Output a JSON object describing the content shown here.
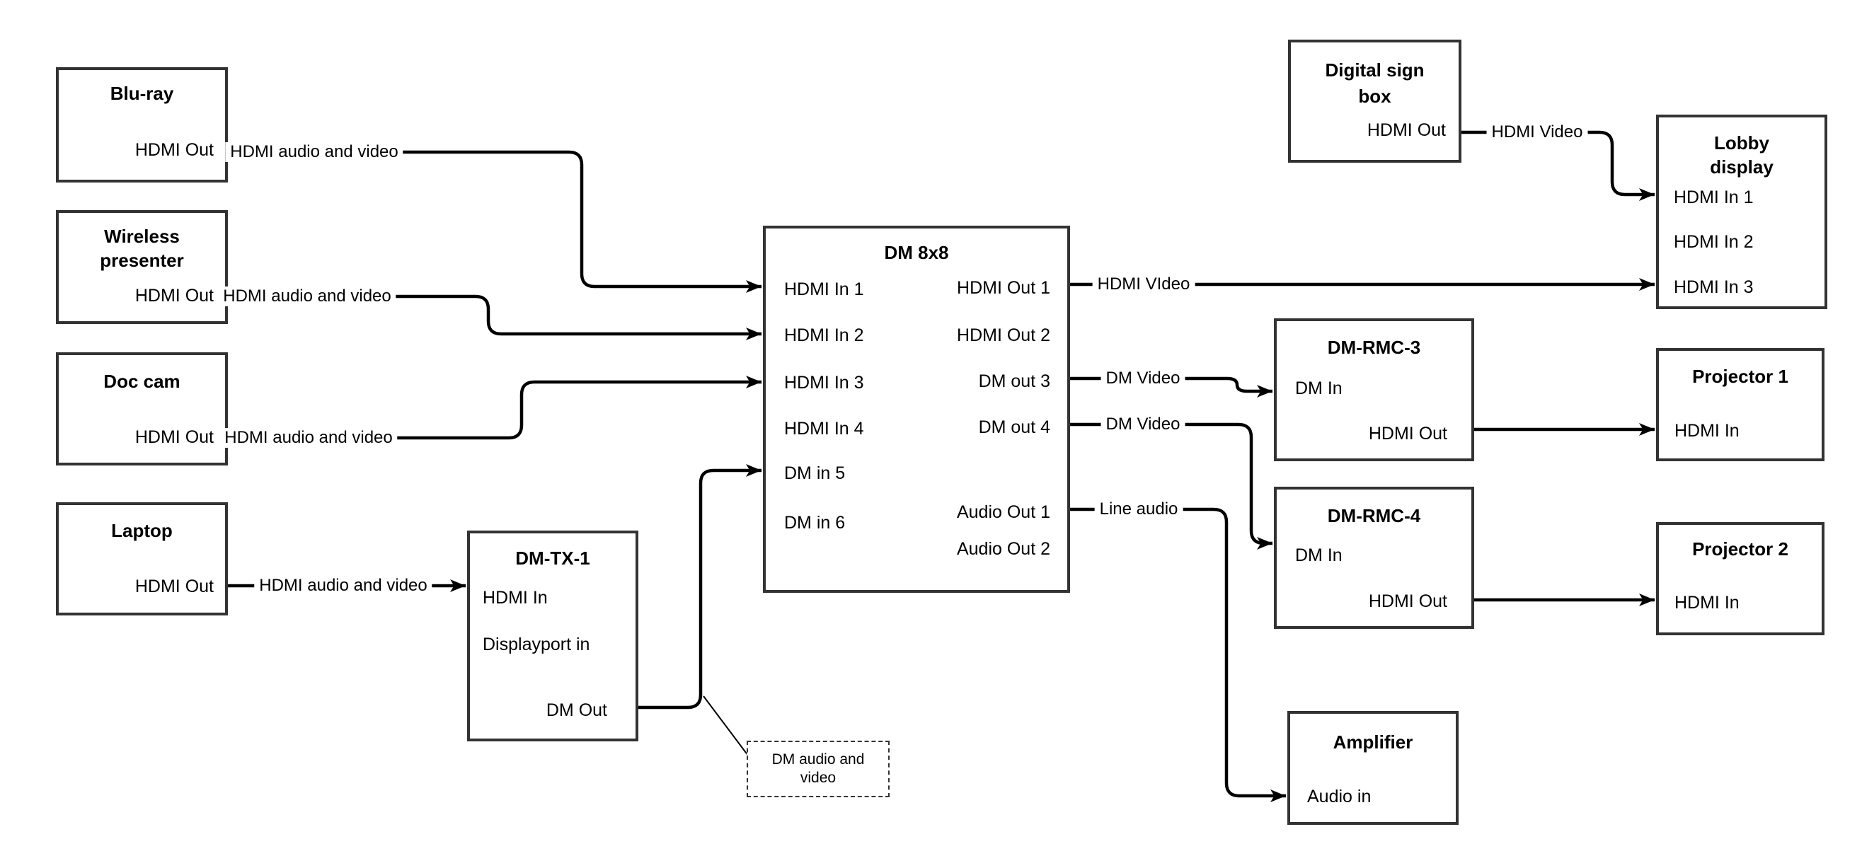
{
  "colors": {
    "background": "#ffffff",
    "box_border": "#333333",
    "wire": "#000000",
    "text": "#000000"
  },
  "nodes": {
    "bluray": {
      "title": "Blu-ray",
      "ports": [
        "HDMI Out"
      ]
    },
    "wireless": {
      "title": "Wireless presenter",
      "ports": [
        "HDMI Out"
      ]
    },
    "doccam": {
      "title": "Doc cam",
      "ports": [
        "HDMI Out"
      ]
    },
    "laptop": {
      "title": "Laptop",
      "ports": [
        "HDMI Out"
      ]
    },
    "dmtx1": {
      "title": "DM-TX-1",
      "ports": [
        "HDMI In",
        "Displayport in",
        "DM Out"
      ]
    },
    "dm8x8": {
      "title": "DM 8x8",
      "inputs": [
        "HDMI In 1",
        "HDMI In 2",
        "HDMI In 3",
        "HDMI In 4",
        "DM in 5",
        "DM in 6"
      ],
      "outputs": [
        "HDMI Out 1",
        "HDMI Out 2",
        "DM out 3",
        "DM out 4",
        "Audio Out 1",
        "Audio Out 2"
      ]
    },
    "digitalsign": {
      "title": "Digital sign box",
      "ports": [
        "HDMI Out"
      ]
    },
    "lobby": {
      "title": "Lobby display",
      "ports": [
        "HDMI In 1",
        "HDMI In 2",
        "HDMI In 3"
      ]
    },
    "dmrmc3": {
      "title": "DM-RMC-3",
      "ports": [
        "DM In",
        "HDMI Out"
      ]
    },
    "dmrmc4": {
      "title": "DM-RMC-4",
      "ports": [
        "DM In",
        "HDMI Out"
      ]
    },
    "projector1": {
      "title": "Projector 1",
      "ports": [
        "HDMI In"
      ]
    },
    "projector2": {
      "title": "Projector 2",
      "ports": [
        "HDMI In"
      ]
    },
    "amplifier": {
      "title": "Amplifier",
      "ports": [
        "Audio in"
      ]
    }
  },
  "edges": [
    {
      "from": "bluray",
      "from_port": "HDMI Out",
      "to": "dm8x8",
      "to_port": "HDMI In 1",
      "label": "HDMI audio and video"
    },
    {
      "from": "wireless",
      "from_port": "HDMI Out",
      "to": "dm8x8",
      "to_port": "HDMI In 2",
      "label": "HDMI audio and video"
    },
    {
      "from": "doccam",
      "from_port": "HDMI Out",
      "to": "dm8x8",
      "to_port": "HDMI In 3",
      "label": "HDMI audio and video"
    },
    {
      "from": "laptop",
      "from_port": "HDMI Out",
      "to": "dmtx1",
      "to_port": "HDMI In",
      "label": "HDMI audio and video"
    },
    {
      "from": "dmtx1",
      "from_port": "DM Out",
      "to": "dm8x8",
      "to_port": "DM in 5",
      "label": ""
    },
    {
      "from": "dm8x8",
      "from_port": "HDMI Out 1",
      "to": "lobby",
      "to_port": "HDMI In 3",
      "label": "HDMI VIdeo"
    },
    {
      "from": "dm8x8",
      "from_port": "DM out 3",
      "to": "dmrmc3",
      "to_port": "DM In",
      "label": "DM Video"
    },
    {
      "from": "dm8x8",
      "from_port": "DM out 4",
      "to": "dmrmc4",
      "to_port": "DM In",
      "label": "DM Video"
    },
    {
      "from": "dm8x8",
      "from_port": "Audio Out 1",
      "to": "amplifier",
      "to_port": "Audio in",
      "label": "Line audio"
    },
    {
      "from": "digitalsign",
      "from_port": "HDMI Out",
      "to": "lobby",
      "to_port": "HDMI In 1",
      "label": "HDMI Video"
    },
    {
      "from": "dmrmc3",
      "from_port": "HDMI Out",
      "to": "projector1",
      "to_port": "HDMI In",
      "label": ""
    },
    {
      "from": "dmrmc4",
      "from_port": "HDMI Out",
      "to": "projector2",
      "to_port": "HDMI In",
      "label": ""
    }
  ],
  "note": {
    "text": "DM audio and video"
  }
}
